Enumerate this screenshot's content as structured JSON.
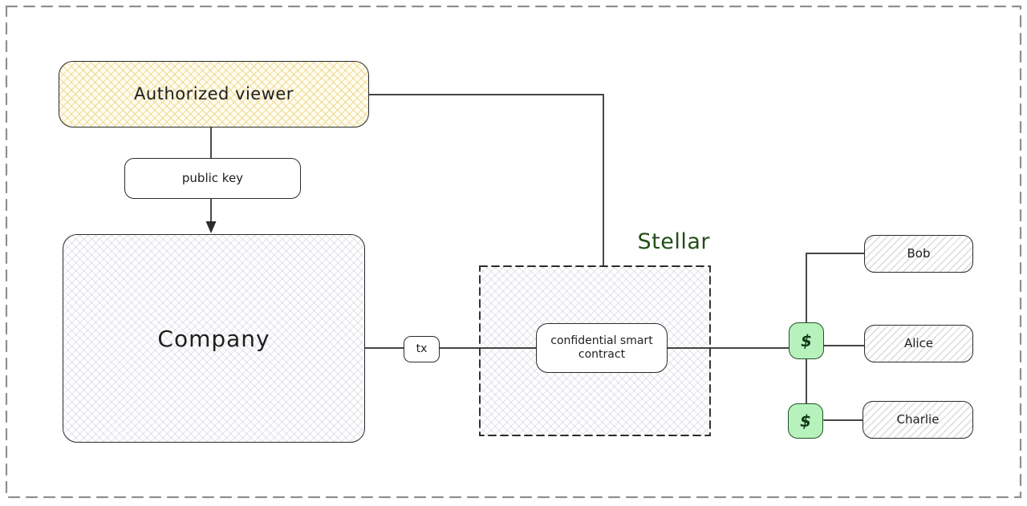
{
  "diagram": {
    "type": "flow-diagram",
    "nodes": {
      "authorized_viewer": {
        "label": "Authorized viewer"
      },
      "public_key": {
        "label": "public key"
      },
      "company": {
        "label": "Company"
      },
      "tx": {
        "label": "tx"
      },
      "stellar_zone": {
        "label": "Stellar"
      },
      "smart_contract": {
        "label": "confidential smart contract"
      },
      "token_top": {
        "label": "$"
      },
      "token_bottom": {
        "label": "$"
      },
      "bob": {
        "label": "Bob"
      },
      "alice": {
        "label": "Alice"
      },
      "charlie": {
        "label": "Charlie"
      }
    },
    "connections": [
      "Authorized viewer -> public key",
      "public key -> Company (arrow)",
      "Authorized viewer -> Stellar zone",
      "Company -> tx -> confidential smart contract",
      "confidential smart contract -> $ (top)",
      "$ (top) -> Bob",
      "$ (top) -> Alice",
      "$ (top) -> $ (bottom)",
      "$ (bottom) -> Charlie"
    ],
    "colors": {
      "ink": "#2b2b2b",
      "viewer_fill": "#fffdf2",
      "viewer_hatch": "#eed78c",
      "node_hatch_gray": "#babacc",
      "token_fill": "#b7f2bd",
      "token_stroke": "#215227",
      "stellar_label_green": "#224e19",
      "frame_gray": "#8f8f8f"
    }
  }
}
